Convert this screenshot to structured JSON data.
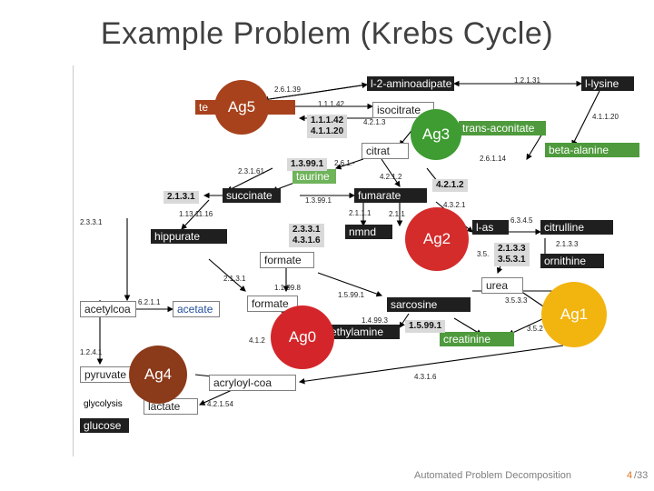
{
  "slide": {
    "title": "Example Problem  (Krebs Cycle)",
    "footer_text": "Automated Problem Decomposition",
    "page_number": "4",
    "page_total": "/33"
  },
  "agents": {
    "ag0": "Ag0",
    "ag1": "Ag1",
    "ag2": "Ag2",
    "ag3": "Ag3",
    "ag4": "Ag4",
    "ag5": "Ag5"
  },
  "molecules": {
    "l_2_aminoadipate": "l-2-aminoadipate",
    "l_lysine": "l-lysine",
    "isocitrate": "isocitrate",
    "trans_aconitate": "trans-aconitate",
    "beta_alanine": "beta-alanine",
    "citrate": "citrat",
    "taurine": "taurine",
    "succinate": "succinate",
    "fumarate": "fumarate",
    "nmnd": "nmnd",
    "l_as": "l-as",
    "citrulline": "citrulline",
    "ornithine": "ornithine",
    "hippurate": "hippurate",
    "formate_mid": "formate",
    "urea": "urea",
    "acetylcoa": "acetylcoa",
    "acetate": "acetate",
    "formate_low": "formate",
    "sarcosine": "sarcosine",
    "methylamine": "ethylamine",
    "creatinine": "creatinine",
    "pyruvate": "pyruvate",
    "glycolysis": "glycolysis",
    "lactate": "lactate",
    "acryloyl_coa": "acryloyl-coa",
    "glucose": "glucose",
    "ag5_fragment": "te"
  },
  "enzyme_labels": {
    "e_2_6_1_39": "2.6.1.39",
    "e_1_1_1_42_top": "1.1.1.42",
    "e_1_2_1_31": "1.2.1.31",
    "e_4_2_1_3": "4.2.1.3",
    "e_4_1_1_20": "4.1.1.20",
    "e_2_6_1_14": "2.6.1.14",
    "e_2_6_1_x": "2.6.1.-",
    "e_2_3_1_61": "2.3.1.61",
    "e_4_2_1_2_small": "4.2.1.2",
    "e_1_3_99_1_small": "1.3.99.1",
    "e_4_3_2_1": "4.3.2.1",
    "e_1_13_11_16": "1.13.11.16",
    "e_2_1_1_1": "2.1.1.1",
    "e_2_1_1_frag": "2.1.1",
    "e_6_3_4_5": "6.3.4.5",
    "e_2_3_3_1_left": "2.3.3.1",
    "e_2_1_3_3_small": "2.1.3.3",
    "e_3_5": "3.5.",
    "e_2_1_3_1_low": "2.1.3.1",
    "e_1_1_99_8": "1.1.99.8",
    "e_1_5_99_1_small": "1.5.99.1",
    "e_3_5_3_3": "3.5.3.3",
    "e_6_2_1_1": "6.2.1.1",
    "e_1_4_99_3": "1.4.99.3",
    "e_3_5_2": "3.5.2",
    "e_4_1_2": "4.1.2",
    "e_1_2_4_1": "1.2.4.1",
    "e_4_3_1_6": "4.3.1.6",
    "e_4_2_1_54": "4.2.1.54"
  },
  "enzyme_boxes": {
    "b_1_1_1_42": "1.1.1.42\n4.1.1.20",
    "b_1_3_99_1": "1.3.99.1",
    "b_2_1_3_1": "2.1.3.1",
    "b_4_2_1_2": "4.2.1.2",
    "b_2_3_3_1": "2.3.3.1\n4.3.1.6",
    "b_2_1_3_3": "2.1.3.3\n3.5.3.1",
    "b_1_5_99_1": "1.5.99.1"
  },
  "colors": {
    "ag0": "#d4262a",
    "ag1": "#f2b40f",
    "ag2": "#d42b2b",
    "ag3": "#3e9c32",
    "ag4": "#8b3a1a",
    "ag5": "#a7421c",
    "arrow": "#000000"
  }
}
